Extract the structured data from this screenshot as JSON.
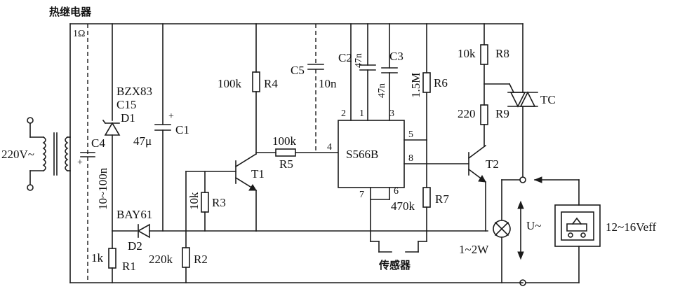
{
  "title": "热继电器",
  "r_1ohm": "1Ω",
  "zener": {
    "part": "BZX83",
    "value": "C15",
    "ref": "D1"
  },
  "cap_c4": {
    "ref": "C4",
    "value": "10~100n",
    "polarity": "+"
  },
  "cap_c1": {
    "ref": "C1",
    "value": "47μ",
    "polarity": "+"
  },
  "cap_c5": {
    "ref": "C5",
    "value": "10n"
  },
  "cap_c2": {
    "ref": "C2",
    "value": "47n"
  },
  "cap_c3": {
    "ref": "C3",
    "value": "47n"
  },
  "res_r4": {
    "ref": "R4",
    "value": "100k"
  },
  "res_r5": {
    "ref": "R5",
    "value": "100k"
  },
  "res_r3": {
    "ref": "R3",
    "value": "10k"
  },
  "res_r1": {
    "ref": "R1",
    "value": "1k"
  },
  "res_r2": {
    "ref": "R2",
    "value": "220k"
  },
  "res_r6": {
    "ref": "R6",
    "value": "1.5M"
  },
  "res_r7": {
    "ref": "R7",
    "value": "470k"
  },
  "res_r8": {
    "ref": "R8",
    "value": "10k"
  },
  "res_r9": {
    "ref": "R9",
    "value": "220"
  },
  "t1": "T1",
  "t2": "T2",
  "triac": "TC",
  "diode_d2": {
    "part": "BAY61",
    "ref": "D2"
  },
  "mains": "220V~",
  "ic": {
    "name": "S566B",
    "pins": {
      "p1": "1",
      "p2": "2",
      "p3": "3",
      "p4": "4",
      "p5": "5",
      "p6": "6",
      "p7": "7",
      "p8": "8"
    }
  },
  "sensor": "传感器",
  "lamp_power": "1~2W",
  "u_label": "U~",
  "supply": "12~16Veff"
}
